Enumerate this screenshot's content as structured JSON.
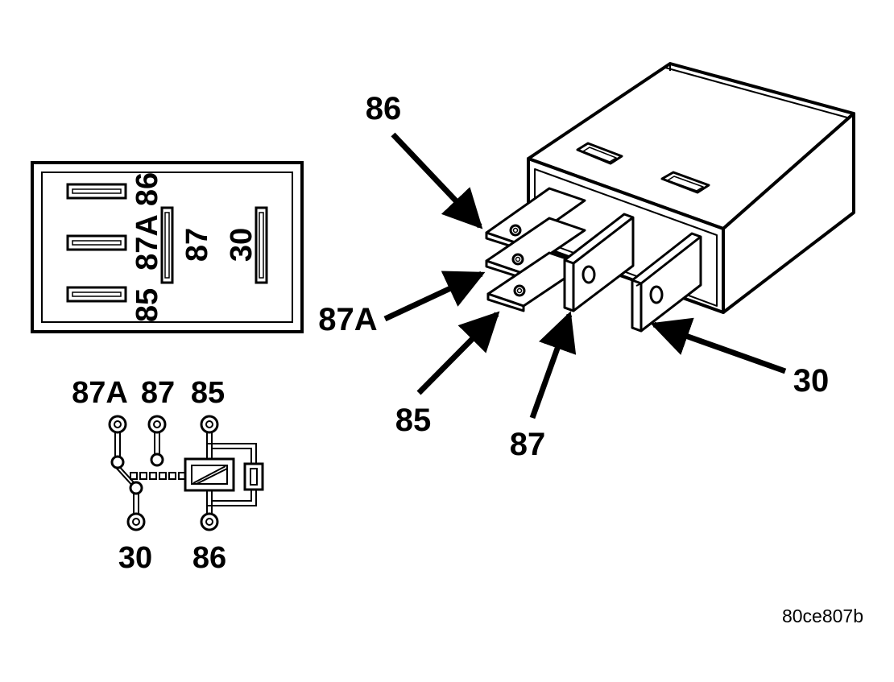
{
  "pinout_face": {
    "pins": [
      "86",
      "87A",
      "85",
      "87",
      "30"
    ]
  },
  "schematic": {
    "top_labels": [
      "87A",
      "87",
      "85"
    ],
    "bottom_labels": [
      "30",
      "86"
    ]
  },
  "relay_callouts": {
    "pin_86": "86",
    "pin_87A": "87A",
    "pin_85": "85",
    "pin_87": "87",
    "pin_30": "30"
  },
  "figure_code": "80ce807b"
}
